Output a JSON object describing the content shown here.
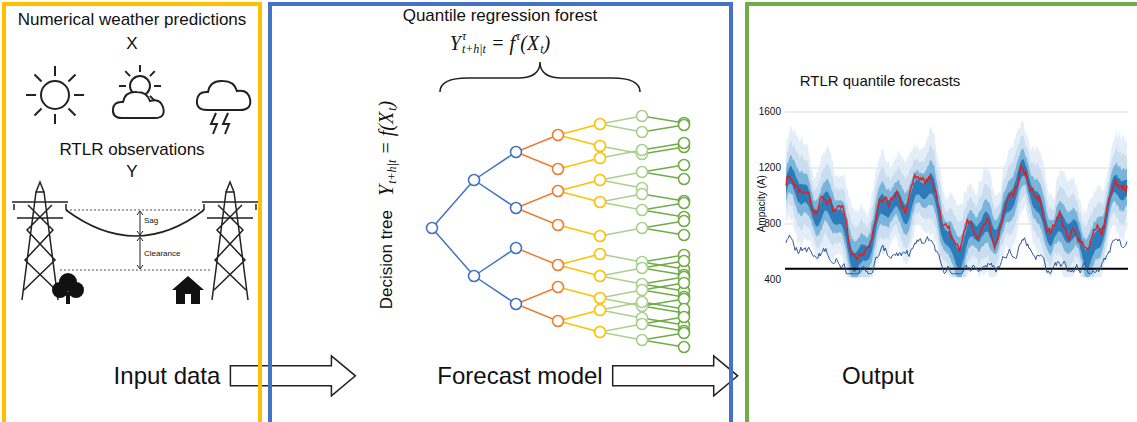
{
  "diagram": {
    "nodes": [
      {
        "text": [
          "Numerical weather predictions",
          "X",
          "RTLR observations",
          "Y",
          "Input data"
        ]
      },
      {
        "text": [
          "Quantile regression forest",
          "Y",
          "τ",
          "t+h|t",
          "= f",
          "τ",
          "(X",
          "t",
          ")",
          "Decision tree",
          "Y",
          "t+h|t",
          "= f(X",
          "t",
          ")",
          "Forecast model"
        ]
      },
      {
        "text": [
          "RTLR quantile forecasts",
          "Output"
        ]
      }
    ],
    "edges": [
      {
        "from": 0,
        "to": 1,
        "arrow": "to"
      },
      {
        "from": 1,
        "to": 2,
        "arrow": "to"
      }
    ],
    "labels": [
      "Sag",
      "Clearance",
      "1600",
      "1200",
      "800",
      "400",
      "Ampacity (A)"
    ]
  }
}
